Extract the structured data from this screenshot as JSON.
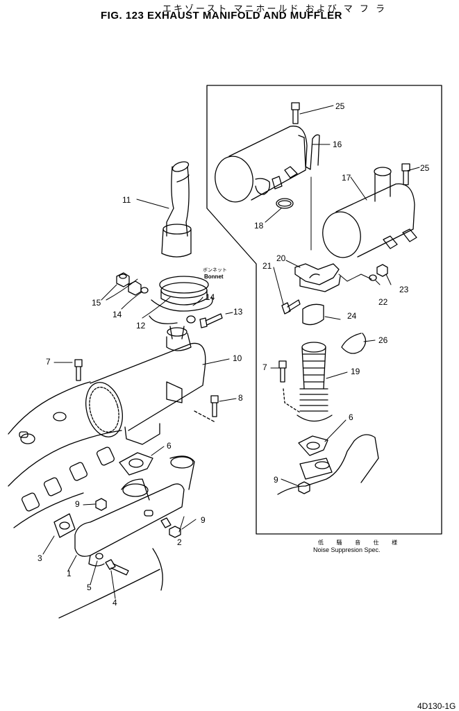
{
  "header": {
    "japanese_title": "エキゾースト マニホールド および マ フ ラ",
    "figure_title": "FIG. 123  EXHAUST MANIFOLD AND MUFFLER"
  },
  "callouts": [
    "1",
    "2",
    "3",
    "4",
    "5",
    "6",
    "7",
    "8",
    "9",
    "9",
    "10",
    "11",
    "12",
    "13",
    "14",
    "14",
    "15",
    "16",
    "17",
    "18",
    "19",
    "20",
    "21",
    "22",
    "23",
    "24",
    "25",
    "25",
    "26",
    "7",
    "6",
    "9"
  ],
  "inset": {
    "bonnet_jp": "ボンネット",
    "bonnet": "Bonnet",
    "note_jp": "低 騒 音 仕 様",
    "note": "Noise Suppresion Spec."
  },
  "page_code": "4D130-1G"
}
